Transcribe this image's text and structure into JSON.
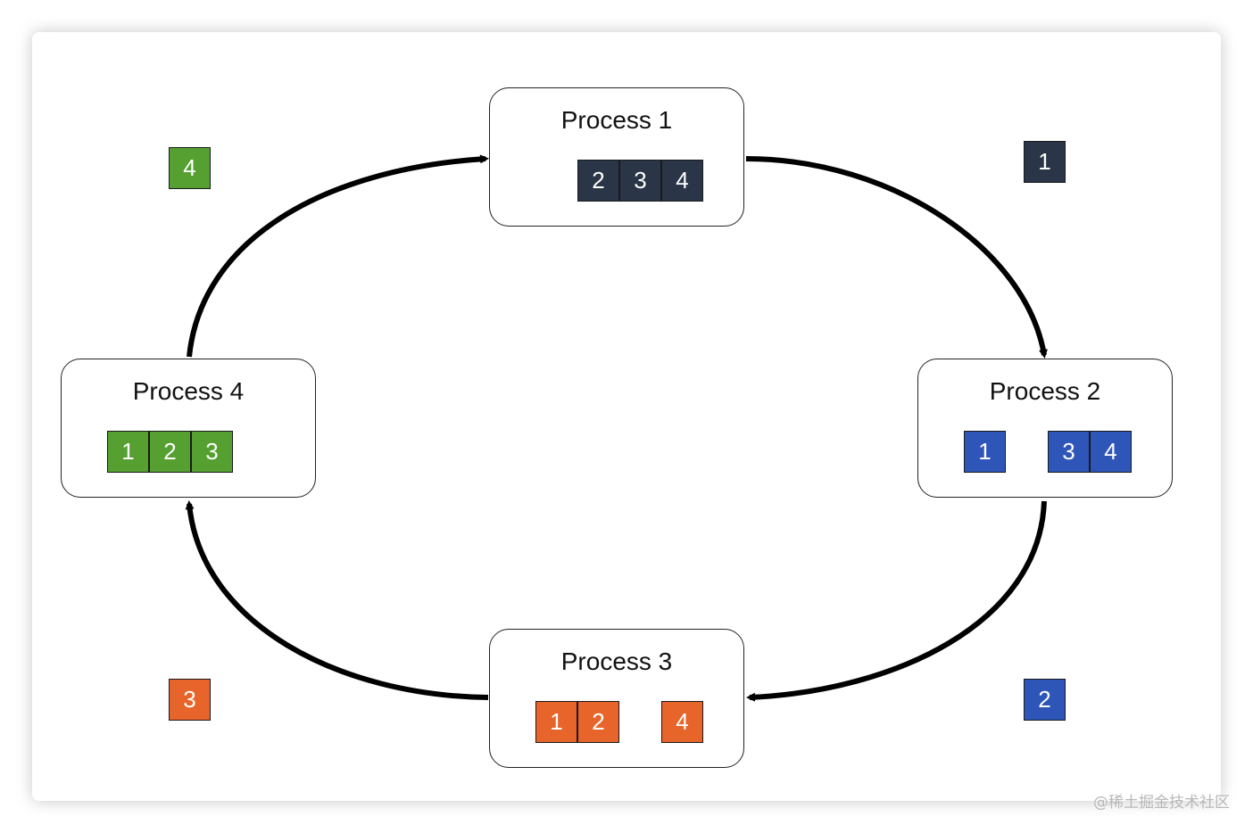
{
  "colors": {
    "navy": "#2a3548",
    "blue": "#2e55b8",
    "orange": "#e7652a",
    "green": "#55a030",
    "stroke": "#000000"
  },
  "processes": [
    {
      "title": "Process 1",
      "color": "navy",
      "chunks": [
        "2",
        "3",
        "4"
      ]
    },
    {
      "title": "Process 2",
      "color": "blue",
      "chunks": [
        "1",
        "3",
        "4"
      ]
    },
    {
      "title": "Process 3",
      "color": "orange",
      "chunks": [
        "1",
        "2",
        "4"
      ]
    },
    {
      "title": "Process 4",
      "color": "green",
      "chunks": [
        "1",
        "2",
        "3"
      ]
    }
  ],
  "in_transit": [
    {
      "label": "1",
      "color": "navy"
    },
    {
      "label": "2",
      "color": "blue"
    },
    {
      "label": "3",
      "color": "orange"
    },
    {
      "label": "4",
      "color": "green"
    }
  ],
  "watermark": "@稀土掘金技术社区"
}
